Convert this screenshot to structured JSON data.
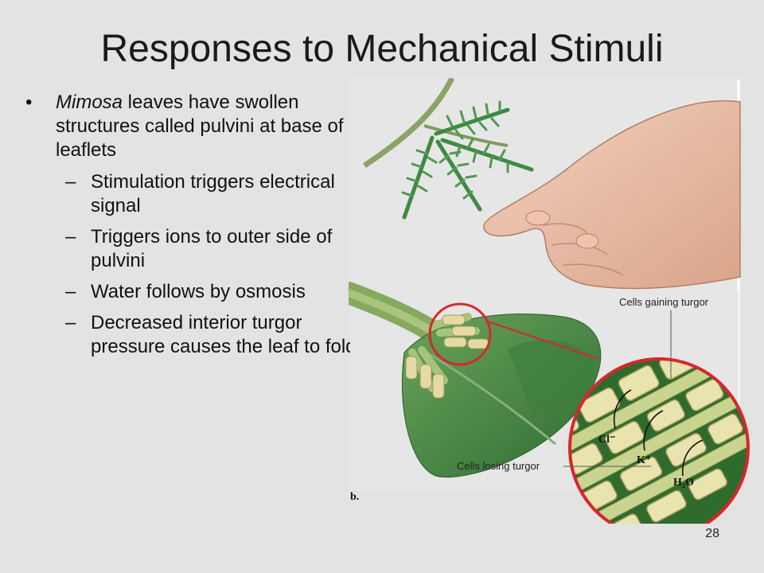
{
  "slide": {
    "title": "Responses to Mechanical Stimuli",
    "page_number": "28"
  },
  "bullets": {
    "main": {
      "mark": "•",
      "italic_term": "Mimosa",
      "text": " leaves have swollen structures called pulvini at base of leaflets"
    },
    "sub": [
      {
        "mark": "–",
        "text": "Stimulation triggers electrical signal"
      },
      {
        "mark": "–",
        "text": "Triggers ions to outer side of pulvini"
      },
      {
        "mark": "–",
        "text": "Water follows by osmosis"
      },
      {
        "mark": "–",
        "text": "Decreased interior turgor pressure causes the leaf to fold"
      }
    ]
  },
  "figure": {
    "label_gaining": "Cells gaining turgor",
    "label_losing": "Cells losing turgor",
    "ion_cl": "Cl⁻",
    "ion_k": "K⁺",
    "ion_h2o": "H₂O",
    "panel_letter": "b."
  }
}
